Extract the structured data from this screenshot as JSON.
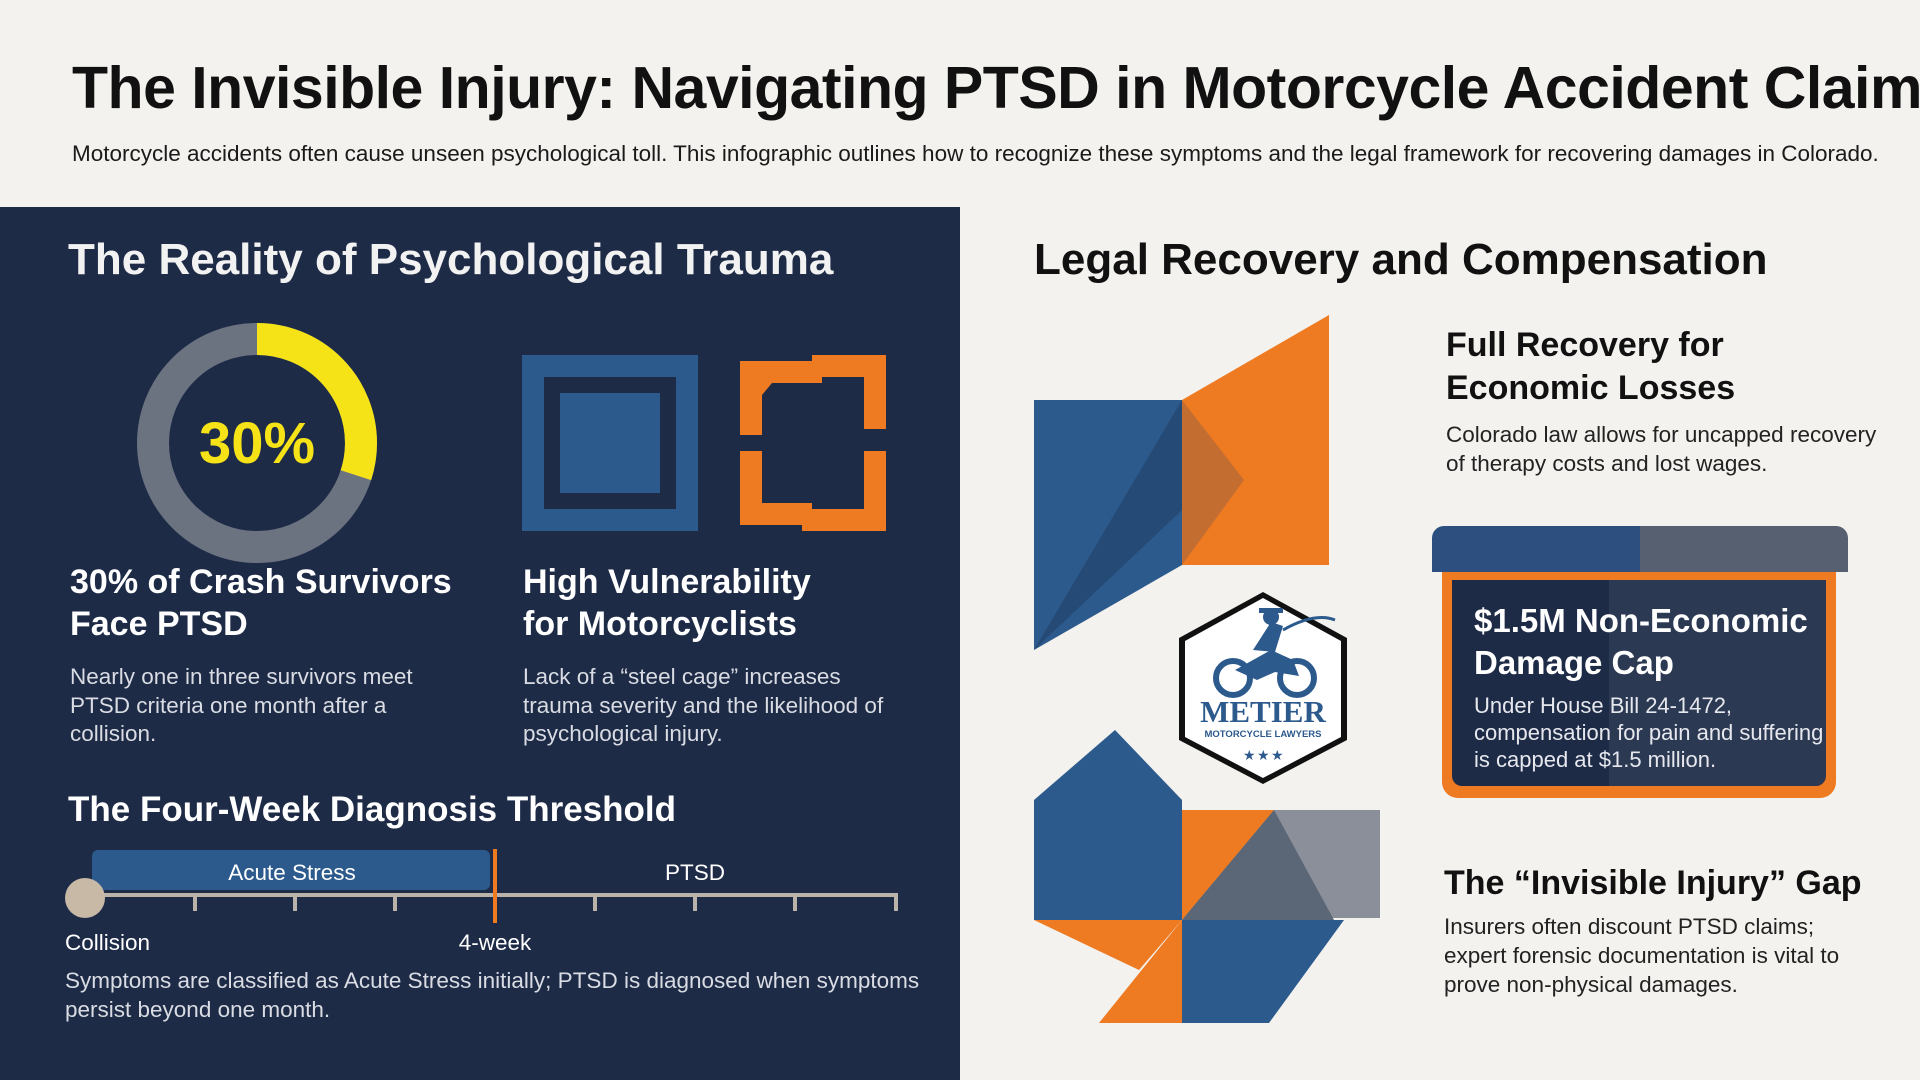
{
  "header": {
    "title": "The Invisible Injury: Navigating PTSD in Motorcycle Accident Claims",
    "subtitle": "Motorcycle accidents often cause unseen psychological toll. This infographic outlines how to recognize these symptoms and the legal framework for recovering damages in Colorado."
  },
  "left": {
    "section_title": "The Reality of Psychological Trauma",
    "donut": {
      "label": "30%",
      "fraction": 0.3,
      "fill_color": "#f5e318",
      "track_color": "#6b7280"
    },
    "stat1": {
      "title_line1": "30% of Crash Survivors",
      "title_line2": "Face PTSD",
      "body": "Nearly one in three survivors meet PTSD criteria one month after a collision."
    },
    "stat2": {
      "title_line1": "High Vulnerability",
      "title_line2": "for Motorcyclists",
      "body": "Lack of a “steel cage” increases trauma severity and the likelihood of psychological injury."
    },
    "threshold": {
      "title": "The Four-Week Diagnosis Threshold",
      "phase1": "Acute Stress",
      "phase2": "PTSD",
      "start_label": "Collision",
      "marker_label": "4-week",
      "note": "Symptoms are classified as Acute Stress initially; PTSD is diagnosed when symptoms persist beyond one month."
    }
  },
  "right": {
    "section_title": "Legal Recovery and Compensation",
    "economic": {
      "title_line1": "Full Recovery for",
      "title_line2": "Economic Losses",
      "body": "Colorado law allows for uncapped recovery of therapy costs and lost wages."
    },
    "cap": {
      "title": "$1.5M Non-Economic Damage Cap",
      "body": "Under House Bill 24-1472, compensation for pain and suffering is capped at $1.5 million."
    },
    "gap": {
      "title": "The “Invisible Injury” Gap",
      "body": "Insurers often discount PTSD claims; expert forensic documentation is vital to prove non-physical damages."
    },
    "badge": {
      "name": "METIER",
      "tagline": "MOTORCYCLE LAWYERS"
    }
  },
  "colors": {
    "navy": "#1e2b47",
    "blue": "#2c5a8c",
    "orange": "#ee7a22",
    "yellow": "#f5e318",
    "gray": "#8a8f99"
  }
}
